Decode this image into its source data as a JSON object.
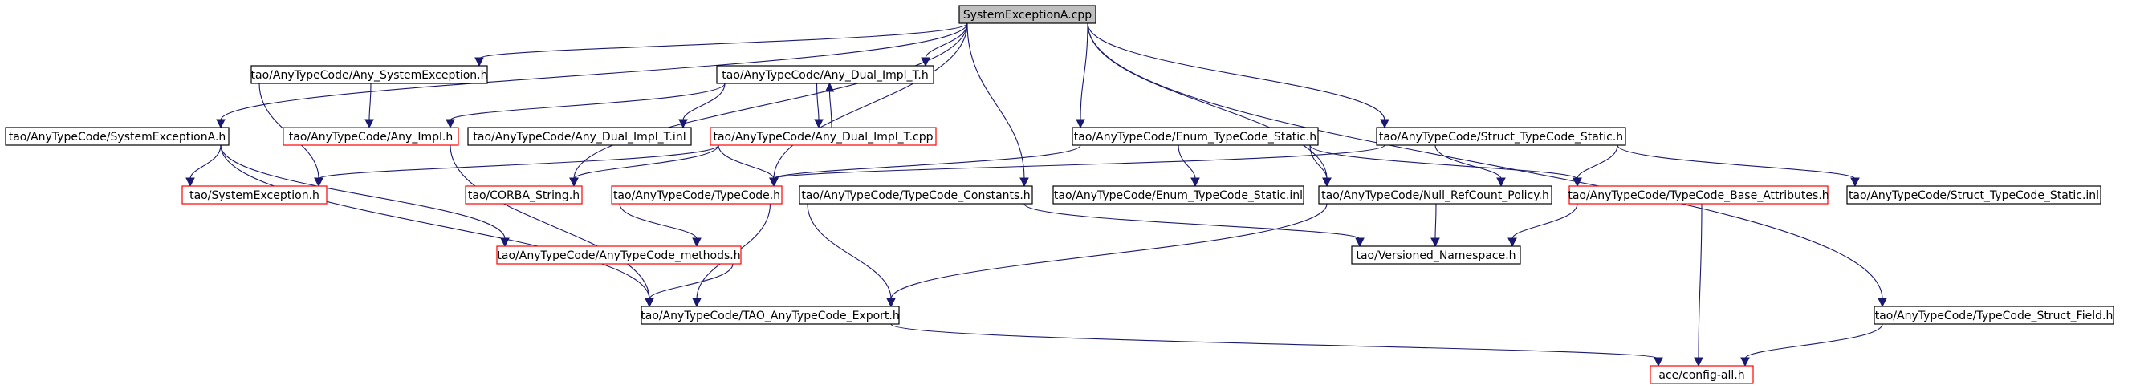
{
  "colors": {
    "edge": "#191970",
    "border_normal": "#000000",
    "border_truncated": "#ff0000",
    "root_fill": "#bfbfbf",
    "fill": "#ffffff"
  },
  "nodes": [
    {
      "id": "root",
      "label": "SystemExceptionA.cpp",
      "style": "root"
    },
    {
      "id": "anysys",
      "label": "tao/AnyTypeCode/Any_SystemException.h",
      "style": "normal"
    },
    {
      "id": "dualimpl",
      "label": "tao/AnyTypeCode/Any_Dual_Impl_T.h",
      "style": "normal"
    },
    {
      "id": "sysexA",
      "label": "tao/AnyTypeCode/SystemExceptionA.h",
      "style": "normal"
    },
    {
      "id": "anyimpl",
      "label": "tao/AnyTypeCode/Any_Impl.h",
      "style": "truncated"
    },
    {
      "id": "dualinl",
      "label": "tao/AnyTypeCode/Any_Dual_Impl_T.inl",
      "style": "normal"
    },
    {
      "id": "dualcpp",
      "label": "tao/AnyTypeCode/Any_Dual_Impl_T.cpp",
      "style": "truncated"
    },
    {
      "id": "enumst",
      "label": "tao/AnyTypeCode/Enum_TypeCode_Static.h",
      "style": "normal"
    },
    {
      "id": "structst",
      "label": "tao/AnyTypeCode/Struct_TypeCode_Static.h",
      "style": "normal"
    },
    {
      "id": "sysex",
      "label": "tao/SystemException.h",
      "style": "truncated"
    },
    {
      "id": "corba",
      "label": "tao/CORBA_String.h",
      "style": "truncated"
    },
    {
      "id": "typecode",
      "label": "tao/AnyTypeCode/TypeCode.h",
      "style": "truncated"
    },
    {
      "id": "tcconst",
      "label": "tao/AnyTypeCode/TypeCode_Constants.h",
      "style": "normal"
    },
    {
      "id": "enuminl",
      "label": "tao/AnyTypeCode/Enum_TypeCode_Static.inl",
      "style": "normal"
    },
    {
      "id": "nullref",
      "label": "tao/AnyTypeCode/Null_RefCount_Policy.h",
      "style": "normal"
    },
    {
      "id": "tcbase",
      "label": "tao/AnyTypeCode/TypeCode_Base_Attributes.h",
      "style": "truncated"
    },
    {
      "id": "structinl",
      "label": "tao/AnyTypeCode/Struct_TypeCode_Static.inl",
      "style": "normal"
    },
    {
      "id": "methods",
      "label": "tao/AnyTypeCode/AnyTypeCode_methods.h",
      "style": "truncated"
    },
    {
      "id": "versioned",
      "label": "tao/Versioned_Namespace.h",
      "style": "normal"
    },
    {
      "id": "export",
      "label": "tao/AnyTypeCode/TAO_AnyTypeCode_Export.h",
      "style": "normal"
    },
    {
      "id": "structfield",
      "label": "tao/AnyTypeCode/TypeCode_Struct_Field.h",
      "style": "normal"
    },
    {
      "id": "config",
      "label": "ace/config-all.h",
      "style": "truncated"
    }
  ],
  "edges": [
    [
      "root",
      "sysexA"
    ],
    [
      "root",
      "anysys"
    ],
    [
      "root",
      "dualimpl"
    ],
    [
      "root",
      "typecode"
    ],
    [
      "root",
      "tcconst"
    ],
    [
      "root",
      "enumst"
    ],
    [
      "root",
      "structst"
    ],
    [
      "root",
      "nullref"
    ],
    [
      "root",
      "corba"
    ],
    [
      "root",
      "structfield"
    ],
    [
      "anysys",
      "anyimpl"
    ],
    [
      "anysys",
      "sysex"
    ],
    [
      "dualimpl",
      "anyimpl"
    ],
    [
      "dualimpl",
      "dualinl"
    ],
    [
      "dualimpl",
      "dualcpp"
    ],
    [
      "dualcpp",
      "dualimpl"
    ],
    [
      "dualcpp",
      "sysex"
    ],
    [
      "dualcpp",
      "corba"
    ],
    [
      "dualcpp",
      "typecode"
    ],
    [
      "sysexA",
      "sysex"
    ],
    [
      "sysexA",
      "methods"
    ],
    [
      "sysexA",
      "export"
    ],
    [
      "anyimpl",
      "export"
    ],
    [
      "typecode",
      "methods"
    ],
    [
      "typecode",
      "export"
    ],
    [
      "methods",
      "export"
    ],
    [
      "tcconst",
      "export"
    ],
    [
      "tcconst",
      "versioned"
    ],
    [
      "enumst",
      "typecode"
    ],
    [
      "enumst",
      "enuminl"
    ],
    [
      "enumst",
      "nullref"
    ],
    [
      "enumst",
      "tcbase"
    ],
    [
      "structst",
      "typecode"
    ],
    [
      "structst",
      "nullref"
    ],
    [
      "structst",
      "tcbase"
    ],
    [
      "structst",
      "structinl"
    ],
    [
      "nullref",
      "versioned"
    ],
    [
      "nullref",
      "export"
    ],
    [
      "tcbase",
      "versioned"
    ],
    [
      "tcbase",
      "config"
    ],
    [
      "export",
      "config"
    ],
    [
      "structfield",
      "config"
    ]
  ]
}
